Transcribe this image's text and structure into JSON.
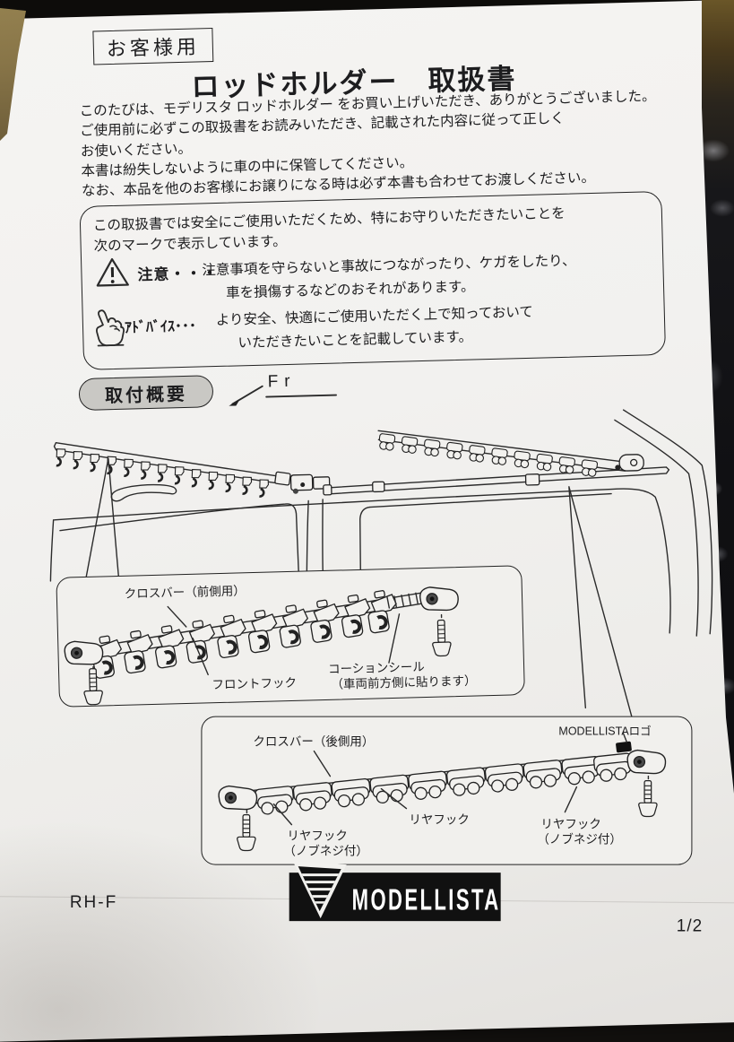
{
  "doc": {
    "audience_label": "お客様用",
    "title": "ロッドホルダー　取扱書",
    "intro": [
      "このたびは、モデリスタ ロッドホルダー をお買い上げいただき、ありがとうございました。",
      "ご使用前に必ずこの取扱書をお読みいただき、記載された内容に従って正しく",
      "お使いください。",
      "本書は紛失しないように車の中に保管してください。",
      "なお、本品を他のお客様にお譲りになる時は必ず本書も合わせてお渡しください。"
    ],
    "notice": {
      "line1": "この取扱書では安全にご使用いただくため、特にお守りいただきたいことを",
      "line2": "次のマークで表示しています。",
      "caution_label": "注意・・・",
      "caution_text1": "注意事項を守らないと事故につながったり、ケガをしたり、",
      "caution_text2": "車を損傷するなどのおそれがあります。",
      "advice_label": "ｱﾄﾞﾊﾞｲｽ･･･",
      "advice_text1": "より安全、快適にご使用いただく上で知っておいて",
      "advice_text2": "いただきたいことを記載しています。"
    },
    "section_heading": "取付概要",
    "direction_label": "Fr",
    "front_detail": {
      "label_crossbar": "クロスバー（前側用）",
      "label_hook": "フロントフック",
      "label_seal_line1": "コーションシール",
      "label_seal_line2": "（車両前方側に貼ります）"
    },
    "rear_detail": {
      "label_logo": "MODELLISTAロゴ",
      "label_crossbar": "クロスバー（後側用）",
      "label_hook_center": "リヤフック",
      "label_hook_left_line1": "リヤフック",
      "label_hook_left_line2": "（ノブネジ付）",
      "label_hook_right_line1": "リヤフック",
      "label_hook_right_line2": "（ノブネジ付）"
    },
    "footer": {
      "model_code": "RH-F",
      "brand": "MODELLISTA",
      "page": "1/2"
    },
    "colors": {
      "paper": "#f2f1ee",
      "ink": "#222222",
      "pill_fill": "#c9c8c4",
      "logo_black": "#111111"
    }
  }
}
